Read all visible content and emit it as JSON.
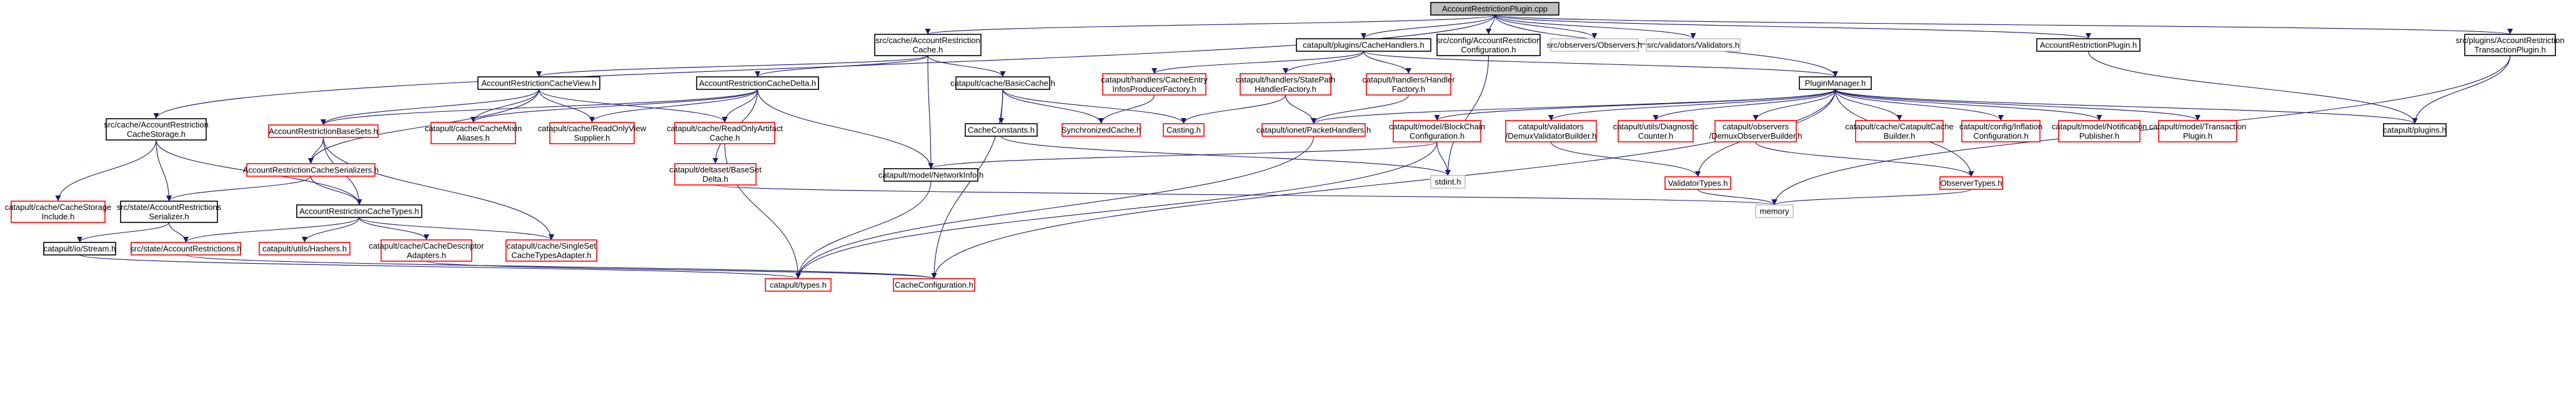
{
  "colors": {
    "edge": "#191970",
    "node_border_documented": "#000000",
    "node_border_undocumented": "#ff0000",
    "node_border_external": "#bfbfbf",
    "root_fill": "#bfbfbf"
  },
  "nodes": [
    {
      "id": "root",
      "lines": [
        "AccountRestrictionPlugin.cpp"
      ],
      "kind": "root"
    },
    {
      "id": "cache_h",
      "lines": [
        "src/cache/AccountRestriction",
        "Cache.h"
      ],
      "kind": "doc"
    },
    {
      "id": "cache_handlers",
      "lines": [
        "catapult/plugins/CacheHandlers.h"
      ],
      "kind": "doc"
    },
    {
      "id": "config_h",
      "lines": [
        "src/config/AccountRestriction",
        "Configuration.h"
      ],
      "kind": "doc"
    },
    {
      "id": "observers",
      "lines": [
        "src/observers/Observers.h"
      ],
      "kind": "ext"
    },
    {
      "id": "validators",
      "lines": [
        "src/validators/Validators.h"
      ],
      "kind": "ext"
    },
    {
      "id": "plugin_h",
      "lines": [
        "AccountRestrictionPlugin.h"
      ],
      "kind": "doc"
    },
    {
      "id": "tx_plugin",
      "lines": [
        "src/plugins/AccountRestriction",
        "TransactionPlugin.h"
      ],
      "kind": "doc"
    },
    {
      "id": "cache_view",
      "lines": [
        "AccountRestrictionCacheView.h"
      ],
      "kind": "doc"
    },
    {
      "id": "cache_delta",
      "lines": [
        "AccountRestrictionCacheDelta.h"
      ],
      "kind": "doc"
    },
    {
      "id": "basic_cache",
      "lines": [
        "catapult/cache/BasicCache.h"
      ],
      "kind": "doc"
    },
    {
      "id": "entry_infos",
      "lines": [
        "catapult/handlers/CacheEntry",
        "InfosProducerFactory.h"
      ],
      "kind": "undoc"
    },
    {
      "id": "state_path",
      "lines": [
        "catapult/handlers/StatePath",
        "HandlerFactory.h"
      ],
      "kind": "undoc"
    },
    {
      "id": "handler_factory",
      "lines": [
        "catapult/handlers/Handler",
        "Factory.h"
      ],
      "kind": "undoc"
    },
    {
      "id": "plugin_manager",
      "lines": [
        "PluginManager.h"
      ],
      "kind": "doc"
    },
    {
      "id": "cache_storage",
      "lines": [
        "src/cache/AccountRestriction",
        "CacheStorage.h"
      ],
      "kind": "doc"
    },
    {
      "id": "base_sets",
      "lines": [
        "AccountRestrictionBaseSets.h"
      ],
      "kind": "undoc"
    },
    {
      "id": "mixin",
      "lines": [
        "catapult/cache/CacheMixin",
        "Aliases.h"
      ],
      "kind": "undoc"
    },
    {
      "id": "readonly_view",
      "lines": [
        "catapult/cache/ReadOnlyView",
        "Supplier.h"
      ],
      "kind": "undoc"
    },
    {
      "id": "readonly_artifact",
      "lines": [
        "catapult/cache/ReadOnlyArtifact",
        "Cache.h"
      ],
      "kind": "undoc"
    },
    {
      "id": "cache_constants",
      "lines": [
        "CacheConstants.h"
      ],
      "kind": "doc"
    },
    {
      "id": "sync_cache",
      "lines": [
        "SynchronizedCache.h"
      ],
      "kind": "undoc"
    },
    {
      "id": "casting",
      "lines": [
        "Casting.h"
      ],
      "kind": "undoc"
    },
    {
      "id": "packet_handlers",
      "lines": [
        "catapult/ionet/PacketHandlers.h"
      ],
      "kind": "undoc"
    },
    {
      "id": "blockchain_config",
      "lines": [
        "catapult/model/BlockChain",
        "Configuration.h"
      ],
      "kind": "undoc"
    },
    {
      "id": "demux_validator",
      "lines": [
        "catapult/validators",
        "/DemuxValidatorBuilder.h"
      ],
      "kind": "undoc"
    },
    {
      "id": "diag_counter",
      "lines": [
        "catapult/utils/Diagnostic",
        "Counter.h"
      ],
      "kind": "undoc"
    },
    {
      "id": "demux_observer",
      "lines": [
        "catapult/observers",
        "/DemuxObserverBuilder.h"
      ],
      "kind": "undoc"
    },
    {
      "id": "catapult_cache_builder",
      "lines": [
        "catapult/cache/CatapultCache",
        "Builder.h"
      ],
      "kind": "undoc"
    },
    {
      "id": "inflation_config",
      "lines": [
        "catapult/config/Inflation",
        "Configuration.h"
      ],
      "kind": "undoc"
    },
    {
      "id": "notification_pub",
      "lines": [
        "catapult/model/Notification",
        "Publisher.h"
      ],
      "kind": "undoc"
    },
    {
      "id": "transaction_plugin",
      "lines": [
        "catapult/model/Transaction",
        "Plugin.h"
      ],
      "kind": "undoc"
    },
    {
      "id": "plugins_h",
      "lines": [
        "catapult/plugins.h"
      ],
      "kind": "doc"
    },
    {
      "id": "serializers",
      "lines": [
        "AccountRestrictionCacheSerializers.h"
      ],
      "kind": "undoc"
    },
    {
      "id": "baseset_delta",
      "lines": [
        "catapult/deltaset/BaseSet",
        "Delta.h"
      ],
      "kind": "undoc"
    },
    {
      "id": "network_info",
      "lines": [
        "catapult/model/NetworkInfo.h"
      ],
      "kind": "doc"
    },
    {
      "id": "stdint",
      "lines": [
        "stdint.h"
      ],
      "kind": "ext"
    },
    {
      "id": "validator_types",
      "lines": [
        "ValidatorTypes.h"
      ],
      "kind": "undoc"
    },
    {
      "id": "observer_types",
      "lines": [
        "ObserverTypes.h"
      ],
      "kind": "undoc"
    },
    {
      "id": "storage_include",
      "lines": [
        "catapult/cache/CacheStorage",
        "Include.h"
      ],
      "kind": "undoc"
    },
    {
      "id": "state_serializer",
      "lines": [
        "src/state/AccountRestrictions",
        "Serializer.h"
      ],
      "kind": "doc"
    },
    {
      "id": "cache_types",
      "lines": [
        "AccountRestrictionCacheTypes.h"
      ],
      "kind": "doc"
    },
    {
      "id": "memory",
      "lines": [
        "memory"
      ],
      "kind": "ext"
    },
    {
      "id": "stream",
      "lines": [
        "catapult/io/Stream.h"
      ],
      "kind": "doc"
    },
    {
      "id": "state_restrictions",
      "lines": [
        "src/state/AccountRestrictions.h"
      ],
      "kind": "undoc"
    },
    {
      "id": "hashers",
      "lines": [
        "catapult/utils/Hashers.h"
      ],
      "kind": "undoc"
    },
    {
      "id": "descriptor_adapters",
      "lines": [
        "catapult/cache/CacheDescriptor",
        "Adapters.h"
      ],
      "kind": "undoc"
    },
    {
      "id": "singleset",
      "lines": [
        "catapult/cache/SingleSet",
        "CacheTypesAdapter.h"
      ],
      "kind": "undoc"
    },
    {
      "id": "types",
      "lines": [
        "catapult/types.h"
      ],
      "kind": "undoc"
    },
    {
      "id": "cache_configuration",
      "lines": [
        "CacheConfiguration.h"
      ],
      "kind": "undoc"
    }
  ]
}
